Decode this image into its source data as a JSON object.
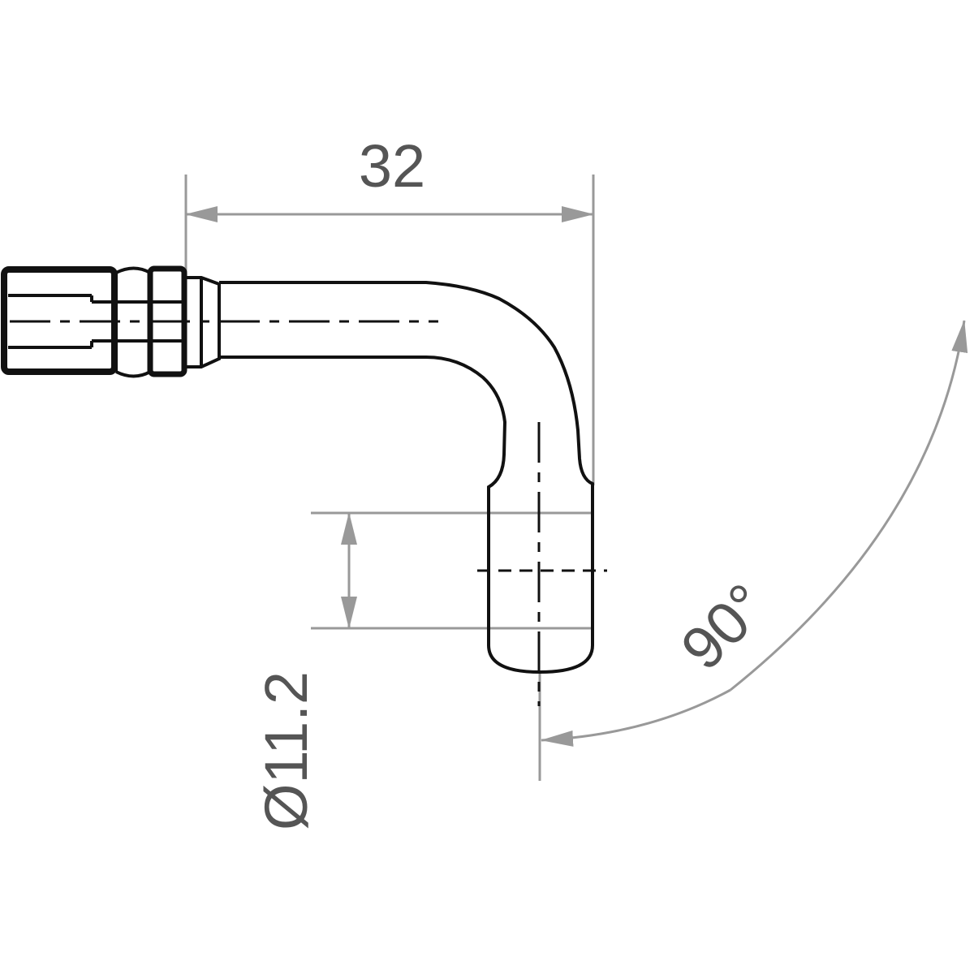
{
  "dimensions": {
    "length": "32",
    "diameter": "Ø11.2",
    "angle": "90°"
  },
  "colors": {
    "part_outline": "#111111",
    "dimension_lines": "#999999",
    "dimension_text": "#555555"
  }
}
